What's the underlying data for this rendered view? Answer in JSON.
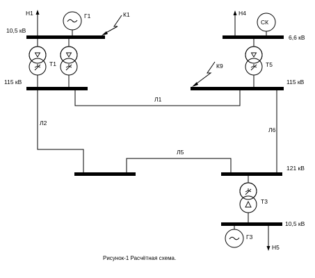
{
  "labels": {
    "n1": "Н1",
    "g1": "Г1",
    "k1": "К1",
    "n4": "Н4",
    "sk": "СК",
    "v_top_left": "10,5 кВ",
    "v_top_right": "6,6 кВ",
    "t1": "Т1",
    "t5": "Т5",
    "k9": "К9",
    "v_115_left": "115 кВ",
    "v_115_right": "115 кВ",
    "l1": "Л1",
    "l2": "Л2",
    "l6": "Л6",
    "l5": "Л5",
    "v_121": "121 кВ",
    "t3": "Т3",
    "v_bottom": "10,5 кВ",
    "g3": "Г3",
    "n5": "Н5"
  },
  "caption": "Рисунок-1 Расчётная схема.",
  "symbols": {
    "generator": "~",
    "delta": "Δ",
    "star": "Y"
  }
}
